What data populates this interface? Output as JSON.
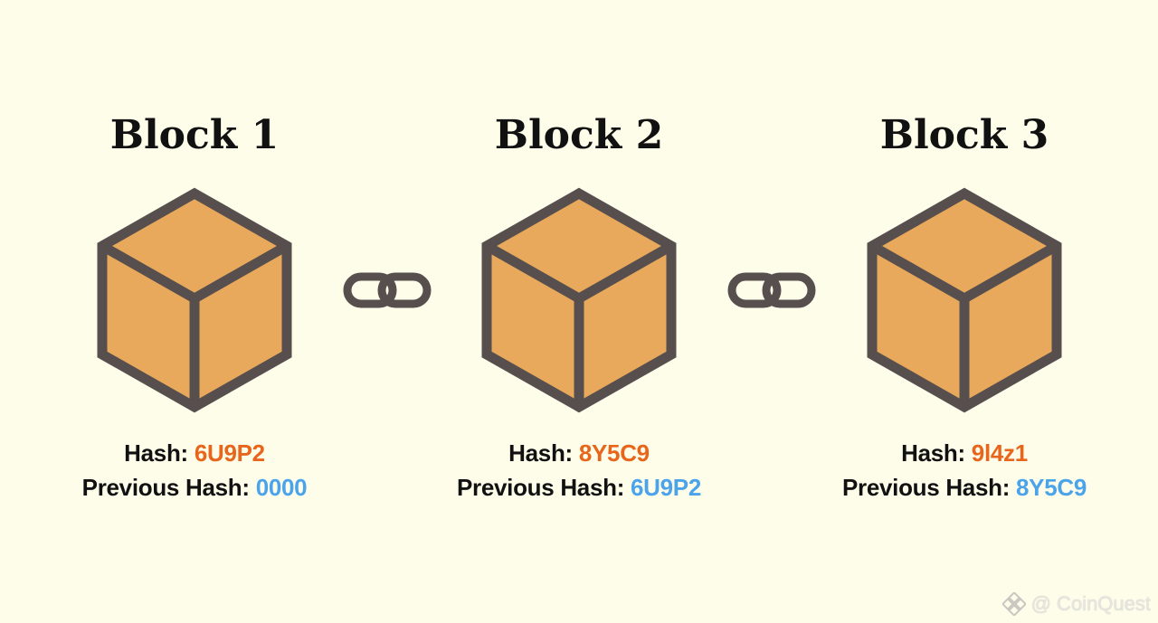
{
  "blocks": [
    {
      "title": "Block 1",
      "hash_label": "Hash:",
      "hash": "6U9P2",
      "prev_label": "Previous Hash:",
      "prev_hash": "0000"
    },
    {
      "title": "Block 2",
      "hash_label": "Hash:",
      "hash": "8Y5C9",
      "prev_label": "Previous Hash:",
      "prev_hash": "6U9P2"
    },
    {
      "title": "Block 3",
      "hash_label": "Hash:",
      "hash": "9l4z1",
      "prev_label": "Previous Hash:",
      "prev_hash": "8Y5C9"
    }
  ],
  "links": [
    "chain-link-icon",
    "chain-link-icon"
  ],
  "icons": {
    "block": "cube-icon",
    "link": "chain-link-icon",
    "watermark_logo": "binance-logo-icon"
  },
  "watermark": "@ CoinQuest",
  "colors": {
    "background": "#fefdea",
    "cube_face": "#e9a95c",
    "cube_outline": "#574f4e",
    "hash_value": "#e8661c",
    "previous_hash_value": "#4ba3ea",
    "text": "#111111"
  }
}
